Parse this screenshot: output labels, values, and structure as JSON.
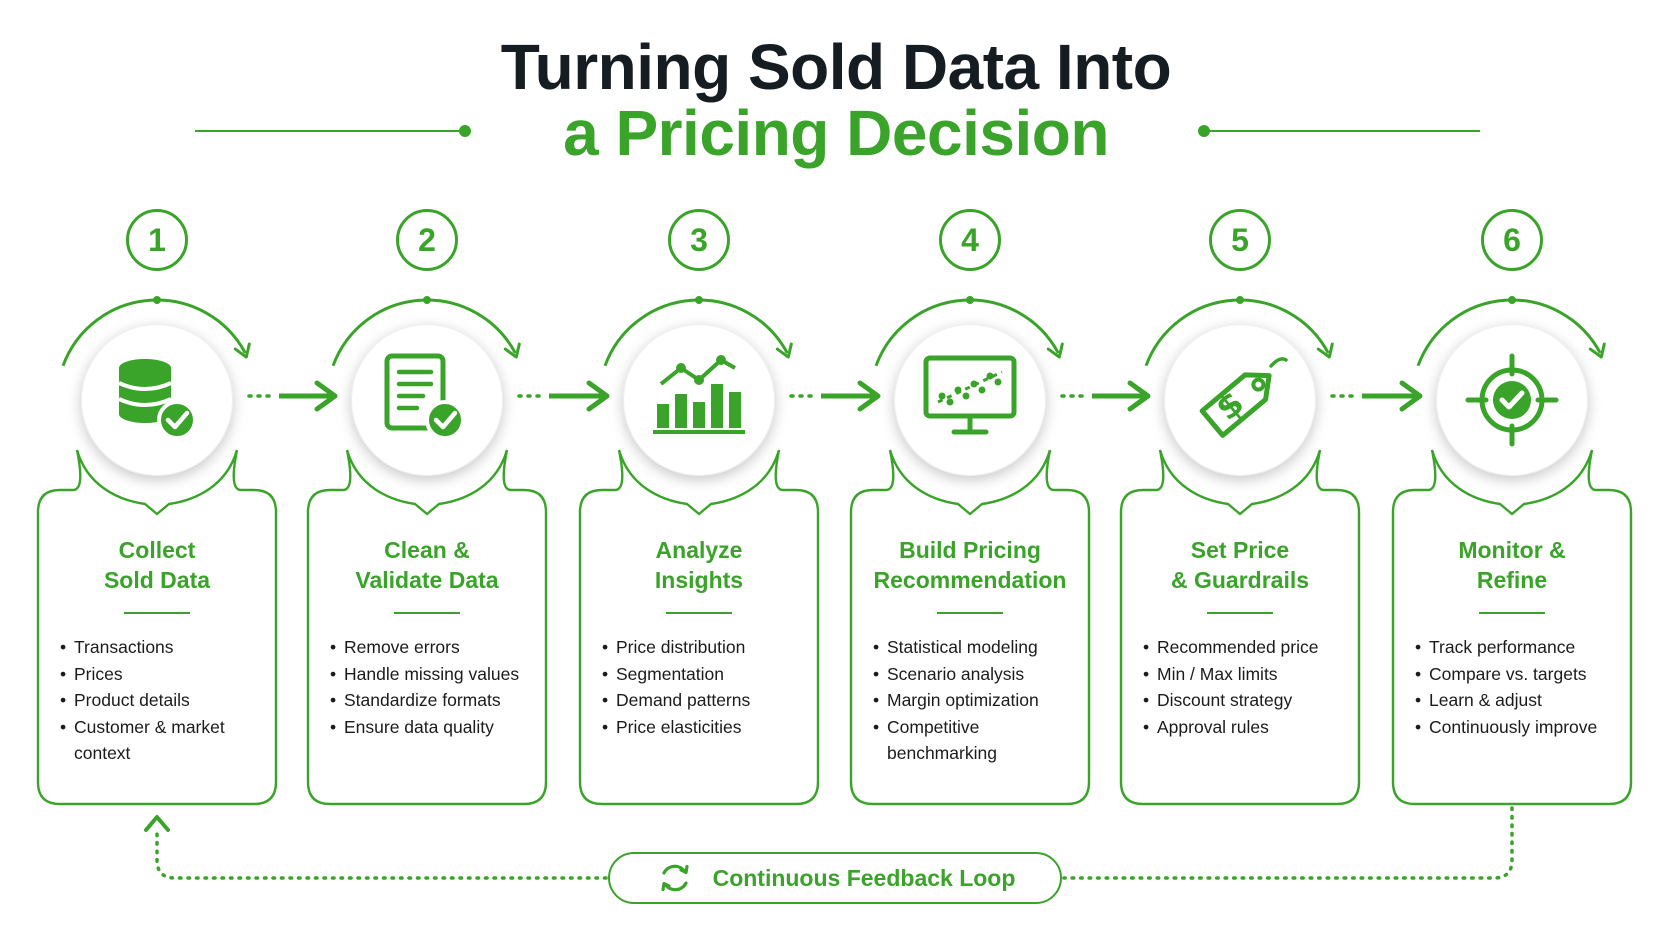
{
  "title": {
    "line1": "Turning Sold Data Into",
    "line2": "a Pricing Decision"
  },
  "colors": {
    "accent": "#3aa329",
    "title_dark": "#151c22",
    "text": "#1b1b1b"
  },
  "steps": [
    {
      "number": "1",
      "icon": "database-check-icon",
      "title": "Collect\nSold Data",
      "bullets": [
        "Transactions",
        "Prices",
        "Product details",
        "Customer & market context"
      ]
    },
    {
      "number": "2",
      "icon": "document-check-icon",
      "title": "Clean &\nValidate Data",
      "bullets": [
        "Remove errors",
        "Handle missing values",
        "Standardize formats",
        "Ensure data quality"
      ]
    },
    {
      "number": "3",
      "icon": "bar-line-chart-icon",
      "title": "Analyze\nInsights",
      "bullets": [
        "Price distribution",
        "Segmentation",
        "Demand patterns",
        "Price elasticities"
      ]
    },
    {
      "number": "4",
      "icon": "monitor-scatter-icon",
      "title": "Build Pricing\nRecommendation",
      "bullets": [
        "Statistical modeling",
        "Scenario analysis",
        "Margin optimization",
        "Competitive benchmarking"
      ]
    },
    {
      "number": "5",
      "icon": "price-tag-icon",
      "title": "Set Price\n& Guardrails",
      "bullets": [
        "Recommended price",
        "Min / Max limits",
        "Discount strategy",
        "Approval rules"
      ]
    },
    {
      "number": "6",
      "icon": "target-check-icon",
      "title": "Monitor &\nRefine",
      "bullets": [
        "Track performance",
        "Compare vs. targets",
        "Learn & adjust",
        "Continuously improve"
      ]
    }
  ],
  "feedback": {
    "label": "Continuous Feedback Loop",
    "icon": "refresh-cycle-icon"
  }
}
